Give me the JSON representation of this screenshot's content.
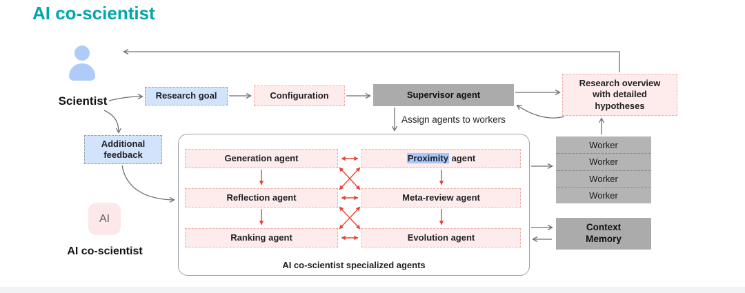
{
  "title": "AI co-scientist",
  "colors": {
    "title": "#00a5ad",
    "blue_fill": "#d2e3fc",
    "pink_fill": "#fdeceb",
    "gray_fill": "#ababab",
    "red_arrow": "#ea4335",
    "gray_arrow": "#6b7075",
    "highlight": "#a8c7fa"
  },
  "actors": {
    "scientist_label": "Scientist",
    "ai_icon_text": "AI",
    "ai_label": "AI co-scientist"
  },
  "nodes": {
    "research_goal": "Research goal",
    "configuration": "Configuration",
    "supervisor_agent": "Supervisor agent",
    "research_overview": "Research overview with detailed hypotheses",
    "additional_feedback": "Additional feedback",
    "assign_label": "Assign agents to workers",
    "context_memory": "Context Memory"
  },
  "agents_panel": {
    "caption": "AI co-scientist specialized agents",
    "generation": "Generation agent",
    "proximity_word": "Proximity",
    "proximity_rest": " agent",
    "reflection": "Reflection agent",
    "meta_review": "Meta-review agent",
    "ranking": "Ranking agent",
    "evolution": "Evolution agent"
  },
  "workers": {
    "items": [
      "Worker",
      "Worker",
      "Worker",
      "Worker"
    ]
  }
}
